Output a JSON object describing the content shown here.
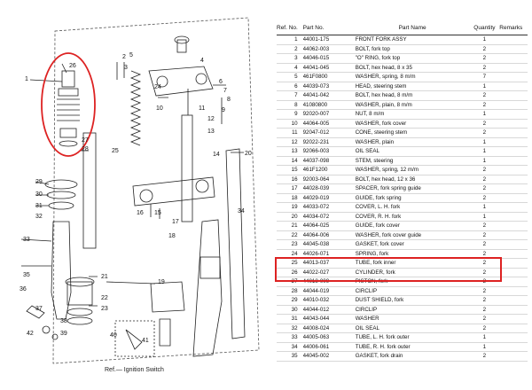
{
  "diagram": {
    "labels": [
      "1",
      "2",
      "3",
      "4",
      "5",
      "6",
      "7",
      "8",
      "9",
      "10",
      "11",
      "12",
      "13",
      "14",
      "15",
      "16",
      "17",
      "18",
      "19",
      "20",
      "21",
      "22",
      "23",
      "24",
      "25",
      "26",
      "27",
      "28",
      "29",
      "30",
      "31",
      "32",
      "33",
      "34",
      "35",
      "36",
      "37",
      "38",
      "39",
      "40",
      "41",
      "42"
    ],
    "caption": "Ref.— Ignition Switch"
  },
  "table": {
    "headers": {
      "ref": "Ref. No.",
      "part_no": "Part No.",
      "name": "Part Name",
      "qty": "Quantity",
      "remarks": "Remarks"
    },
    "rows": [
      {
        "ref": "1",
        "part_no": "44001-175",
        "name": "FRONT FORK ASSY",
        "qty": "1"
      },
      {
        "ref": "2",
        "part_no": "44062-003",
        "name": "BOLT, fork top",
        "qty": "2"
      },
      {
        "ref": "3",
        "part_no": "44046-015",
        "name": "\"O\" RING, fork top",
        "qty": "2"
      },
      {
        "ref": "4",
        "part_no": "44041-045",
        "name": "BOLT, hex head, 8 x 35",
        "qty": "2"
      },
      {
        "ref": "5",
        "part_no": "461F0800",
        "name": "WASHER, spring, 8 m/m",
        "qty": "7"
      },
      {
        "ref": "6",
        "part_no": "44039-073",
        "name": "HEAD, steering stem",
        "qty": "1"
      },
      {
        "ref": "7",
        "part_no": "44041-042",
        "name": "BOLT, hex head, 8 m/m",
        "qty": "2"
      },
      {
        "ref": "8",
        "part_no": "41080800",
        "name": "WASHER, plain, 8 m/m",
        "qty": "2"
      },
      {
        "ref": "9",
        "part_no": "92020-007",
        "name": "NUT, 8 m/m",
        "qty": "1"
      },
      {
        "ref": "10",
        "part_no": "44064-005",
        "name": "WASHER, fork cover",
        "qty": "2"
      },
      {
        "ref": "11",
        "part_no": "92047-012",
        "name": "CONE, steering stem",
        "qty": "2"
      },
      {
        "ref": "12",
        "part_no": "92022-231",
        "name": "WASHER, plain",
        "qty": "1"
      },
      {
        "ref": "13",
        "part_no": "92066-003",
        "name": "OIL SEAL",
        "qty": "1"
      },
      {
        "ref": "14",
        "part_no": "44037-098",
        "name": "STEM, steering",
        "qty": "1"
      },
      {
        "ref": "15",
        "part_no": "461F1200",
        "name": "WASHER, spring, 12 m/m",
        "qty": "2"
      },
      {
        "ref": "16",
        "part_no": "92003-064",
        "name": "BOLT, hex head, 12 x 36",
        "qty": "2"
      },
      {
        "ref": "17",
        "part_no": "44028-039",
        "name": "SPACER, fork spring guide",
        "qty": "2"
      },
      {
        "ref": "18",
        "part_no": "44029-019",
        "name": "GUIDE, fork spring",
        "qty": "2"
      },
      {
        "ref": "19",
        "part_no": "44033-072",
        "name": "COVER, L. H. fork",
        "qty": "1"
      },
      {
        "ref": "20",
        "part_no": "44034-072",
        "name": "COVER, R. H. fork",
        "qty": "1"
      },
      {
        "ref": "21",
        "part_no": "44064-025",
        "name": "GUIDE, fork cover",
        "qty": "2"
      },
      {
        "ref": "22",
        "part_no": "44064-006",
        "name": "WASHER, fork cover guide",
        "qty": "2"
      },
      {
        "ref": "23",
        "part_no": "44045-038",
        "name": "GASKET, fork cover",
        "qty": "2"
      },
      {
        "ref": "24",
        "part_no": "44026-071",
        "name": "SPRING, fork",
        "qty": "2"
      },
      {
        "ref": "25",
        "part_no": "44013-037",
        "name": "TUBE, fork inner",
        "qty": "2"
      },
      {
        "ref": "26",
        "part_no": "44022-027",
        "name": "CYLINDER, fork",
        "qty": "2"
      },
      {
        "ref": "27",
        "part_no": "44018-009",
        "name": "PISTON, fork",
        "qty": "2"
      },
      {
        "ref": "28",
        "part_no": "44044-019",
        "name": "CIRCLIP",
        "qty": "2"
      },
      {
        "ref": "29",
        "part_no": "44010-032",
        "name": "DUST SHIELD, fork",
        "qty": "2"
      },
      {
        "ref": "30",
        "part_no": "44044-012",
        "name": "CIRCLIP",
        "qty": "2"
      },
      {
        "ref": "31",
        "part_no": "44043-044",
        "name": "WASHER",
        "qty": "2"
      },
      {
        "ref": "32",
        "part_no": "44008-024",
        "name": "OIL SEAL",
        "qty": "2"
      },
      {
        "ref": "33",
        "part_no": "44005-063",
        "name": "TUBE, L. H. fork outer",
        "qty": "1"
      },
      {
        "ref": "34",
        "part_no": "44006-061",
        "name": "TUBE, R. H. fork outer",
        "qty": "1"
      },
      {
        "ref": "35",
        "part_no": "44045-002",
        "name": "GASKET, fork drain",
        "qty": "2"
      }
    ]
  },
  "colors": {
    "highlight": "#dd2222",
    "line": "#222222"
  }
}
